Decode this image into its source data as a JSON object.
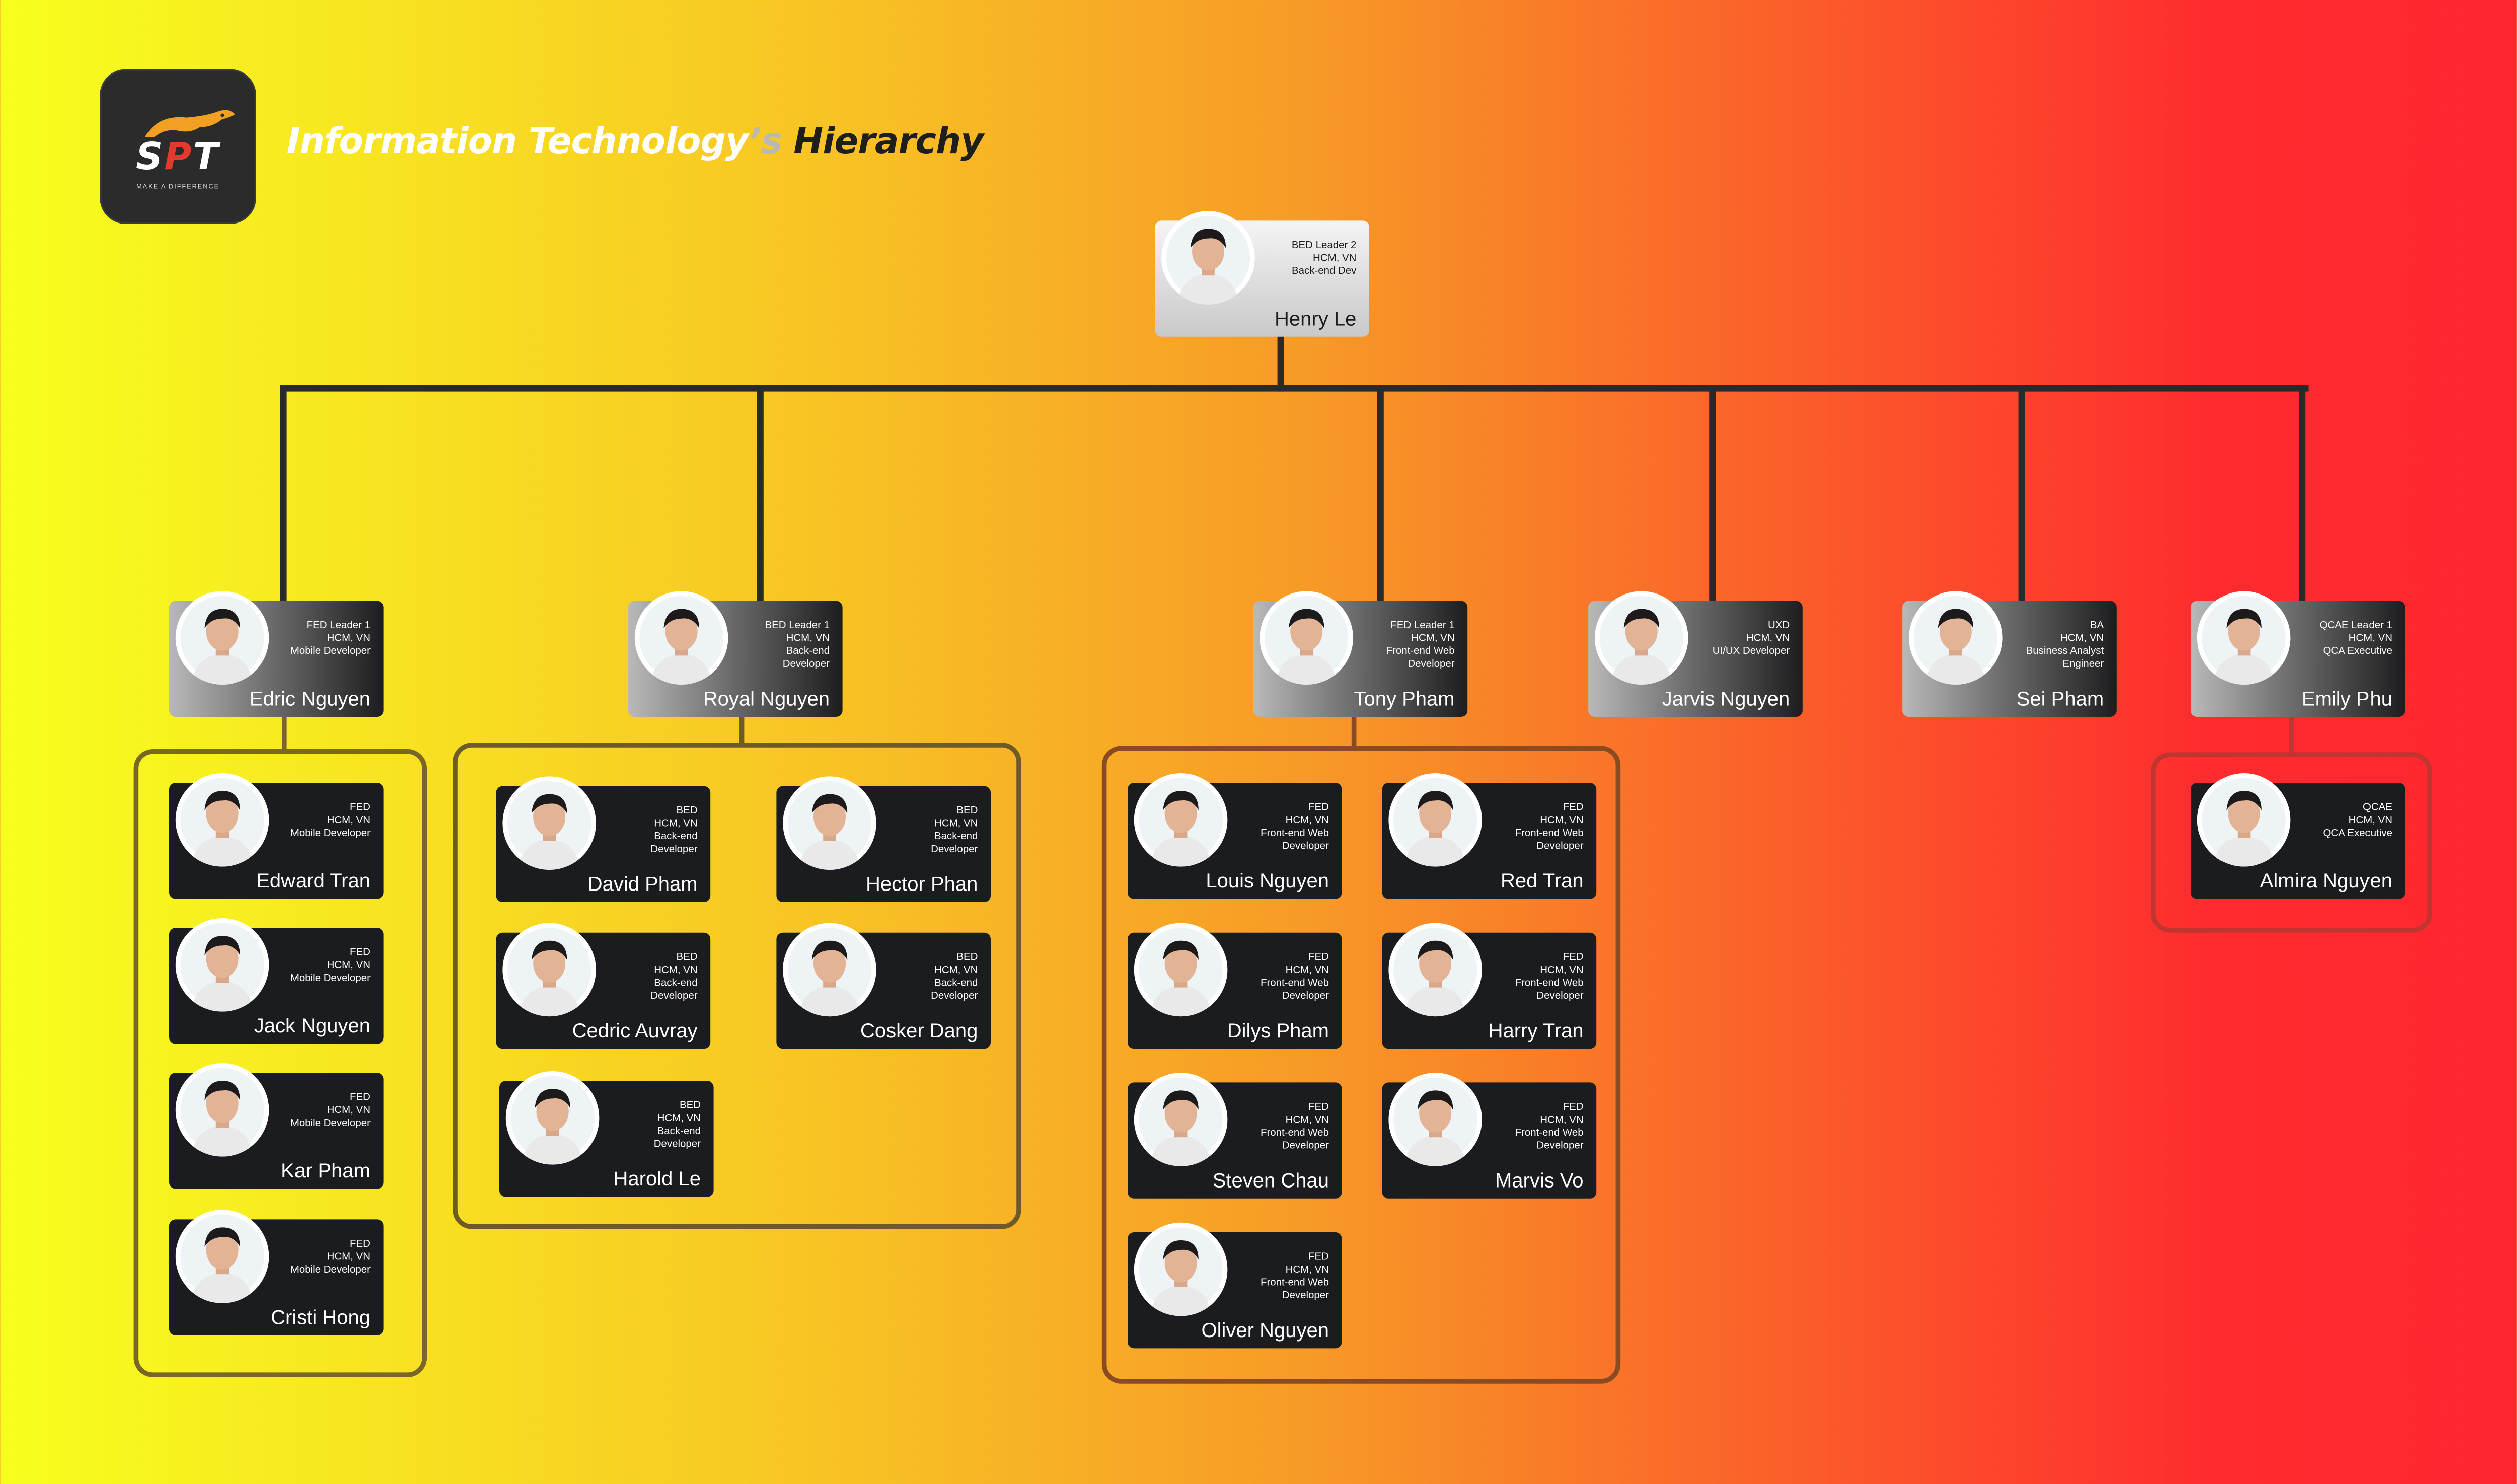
{
  "title": {
    "part1": "Information Technology",
    "part2": "’s ",
    "part3": "Hierarchy"
  },
  "logo": {
    "wordmark_left": "S",
    "wordmark_o": "P",
    "wordmark_right": "T",
    "tagline": "MAKE A DIFFERENCE"
  },
  "colors": {
    "card_dark": "#1b1c1f",
    "connector": "#2a2a2a",
    "group_frame_1": "#7a6628",
    "group_frame_2": "#6e5a28",
    "group_frame_3": "#8a4a22",
    "group_frame_4": "#c0352f"
  },
  "top": {
    "name": "Henry Le",
    "info": "BED Leader 2\nHCM, VN\nBack-end Dev",
    "photo": "portrait-photo"
  },
  "leaders": [
    {
      "name": "Edric Nguyen",
      "info": "FED Leader 1\nHCM, VN\nMobile Developer"
    },
    {
      "name": "Royal Nguyen",
      "info": "BED Leader 1\nHCM, VN\nBack-end\nDeveloper"
    },
    {
      "name": "Tony Pham",
      "info": "FED Leader 1\nHCM, VN\nFront-end Web\nDeveloper"
    },
    {
      "name": "Jarvis Nguyen",
      "info": "UXD\nHCM, VN\nUI/UX Developer"
    },
    {
      "name": "Sei Pham",
      "info": "BA\nHCM, VN\nBusiness Analyst\nEngineer"
    },
    {
      "name": "Emily Phu",
      "info": "QCAE Leader 1\nHCM, VN\nQCA Executive"
    }
  ],
  "teams": {
    "mobile": [
      {
        "name": "Edward Tran",
        "info": "FED\nHCM, VN\nMobile Developer"
      },
      {
        "name": "Jack Nguyen",
        "info": "FED\nHCM, VN\nMobile Developer"
      },
      {
        "name": "Kar Pham",
        "info": "FED\nHCM, VN\nMobile Developer"
      },
      {
        "name": "Cristi Hong",
        "info": "FED\nHCM, VN\nMobile Developer"
      }
    ],
    "backend": [
      {
        "name": "David Pham",
        "info": "BED\nHCM, VN\nBack-end\nDeveloper"
      },
      {
        "name": "Hector Phan",
        "info": "BED\nHCM, VN\nBack-end\nDeveloper"
      },
      {
        "name": "Cedric Auvray",
        "info": "BED\nHCM, VN\nBack-end\nDeveloper"
      },
      {
        "name": "Cosker Dang",
        "info": "BED\nHCM, VN\nBack-end\nDeveloper"
      },
      {
        "name": "Harold Le",
        "info": "BED\nHCM, VN\nBack-end\nDeveloper"
      }
    ],
    "frontend": [
      {
        "name": "Louis Nguyen",
        "info": "FED\nHCM, VN\nFront-end Web\nDeveloper"
      },
      {
        "name": "Red Tran",
        "info": "FED\nHCM, VN\nFront-end Web\nDeveloper"
      },
      {
        "name": "Dilys Pham",
        "info": "FED\nHCM, VN\nFront-end Web\nDeveloper"
      },
      {
        "name": "Harry Tran",
        "info": "FED\nHCM, VN\nFront-end Web\nDeveloper"
      },
      {
        "name": "Steven Chau",
        "info": "FED\nHCM, VN\nFront-end Web\nDeveloper"
      },
      {
        "name": "Marvis Vo",
        "info": "FED\nHCM, VN\nFront-end Web\nDeveloper"
      },
      {
        "name": "Oliver Nguyen",
        "info": "FED\nHCM, VN\nFront-end Web\nDeveloper"
      }
    ],
    "qa": [
      {
        "name": "Almira Nguyen",
        "info": "QCAE\nHCM, VN\nQCA Executive"
      }
    ]
  }
}
